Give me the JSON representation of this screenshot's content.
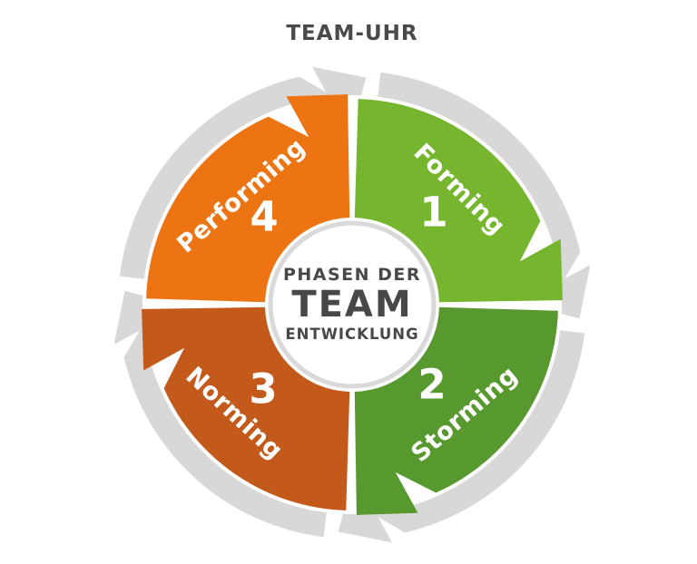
{
  "title": "TEAM-UHR",
  "center": {
    "line1": "PHASEN DER",
    "line2": "TEAM",
    "line3": "ENTWICKLUNG"
  },
  "segments": [
    {
      "id": "forming",
      "label": "Forming",
      "number": "1",
      "color": "#75b62e"
    },
    {
      "id": "storming",
      "label": "Storming",
      "number": "2",
      "color": "#58992f"
    },
    {
      "id": "norming",
      "label": "Norming",
      "number": "3",
      "color": "#c35a1b"
    },
    {
      "id": "performing",
      "label": "Performing",
      "number": "4",
      "color": "#ed7412"
    }
  ],
  "colors": {
    "track_gray": "#d8d8d8",
    "circle_fill": "#ffffff",
    "circle_border": "#d9d9d9",
    "title_text": "#4a4a4a",
    "center_text": "#484848",
    "segment_text": "#ffffff"
  }
}
